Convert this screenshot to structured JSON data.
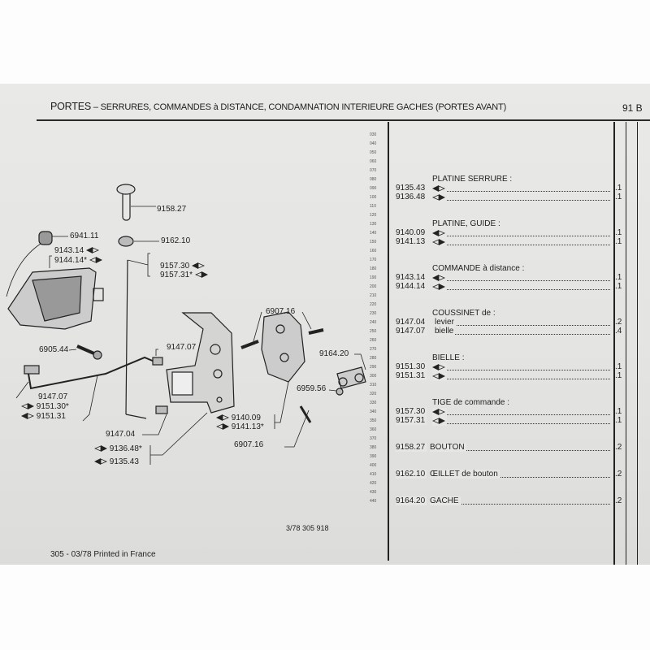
{
  "header": {
    "section": "PORTES",
    "title": "– SERRURES, COMMANDES à DISTANCE, CONDAMNATION INTERIEURE GACHES (PORTES AVANT)",
    "page": "91 B"
  },
  "line_numbers": [
    "030",
    "040",
    "050",
    "060",
    "070",
    "080",
    "090",
    "100",
    "110",
    "120",
    "130",
    "140",
    "150",
    "160",
    "170",
    "180",
    "190",
    "200",
    "210",
    "220",
    "230",
    "240",
    "250",
    "260",
    "270",
    "280",
    "290",
    "300",
    "310",
    "320",
    "330",
    "340",
    "350",
    "360",
    "370",
    "380",
    "390",
    "400",
    "410",
    "420",
    "430",
    "440"
  ],
  "parts_list": [
    {
      "line": "080",
      "heading": "PLATINE SERRURE :"
    },
    {
      "line": "090",
      "code": "9135.43",
      "icon": "arrow-left-filled",
      "qty": ".1"
    },
    {
      "line": "100",
      "code": "9136.48",
      "icon": "arrow-right-filled",
      "qty": ".1"
    },
    {
      "line": "130",
      "heading": "PLATINE, GUIDE :"
    },
    {
      "line": "140",
      "code": "9140.09",
      "icon": "arrow-left-filled",
      "qty": ".1"
    },
    {
      "line": "150",
      "code": "9141.13",
      "icon": "arrow-right-filled",
      "qty": ".1"
    },
    {
      "line": "180",
      "heading": "COMMANDE à distance :"
    },
    {
      "line": "190",
      "code": "9143.14",
      "icon": "arrow-left-filled",
      "qty": ".1"
    },
    {
      "line": "200",
      "code": "9144.14",
      "icon": "arrow-right-filled",
      "qty": ".1"
    },
    {
      "line": "230",
      "heading": "COUSSINET de :"
    },
    {
      "line": "240",
      "code": "9147.04",
      "label": "levier",
      "qty": ".2"
    },
    {
      "line": "250",
      "code": "9147.07",
      "label": "bielle",
      "qty": ".4"
    },
    {
      "line": "280",
      "heading": "BIELLE :"
    },
    {
      "line": "290",
      "code": "9151.30",
      "icon": "arrow-left-filled",
      "qty": ".1"
    },
    {
      "line": "300",
      "code": "9151.31",
      "icon": "arrow-right-filled",
      "qty": ".1"
    },
    {
      "line": "330",
      "heading": "TIGE de commande :"
    },
    {
      "line": "340",
      "code": "9157.30",
      "icon": "arrow-left-filled",
      "qty": ".1"
    },
    {
      "line": "350",
      "code": "9157.31",
      "icon": "arrow-right-filled",
      "qty": ".1"
    },
    {
      "line": "380",
      "code": "9158.27",
      "label": "BOUTON",
      "qty": ".2",
      "inline": true
    },
    {
      "line": "410",
      "code": "9162.10",
      "label": "ŒILLET de bouton",
      "qty": ".2",
      "inline": true
    },
    {
      "line": "440",
      "code": "9164.20",
      "label": "GACHE",
      "qty": ".2",
      "inline": true
    }
  ],
  "diagram_labels": {
    "l_915827": "9158.27",
    "l_694111": "6941.11",
    "l_916210": "9162.10",
    "l_914314": "9143.14",
    "l_914414": "9144.14*",
    "l_915730": "9157.30",
    "l_915731": "9157.31*",
    "l_690544": "6905.44",
    "l_914707a": "9147.07",
    "l_914707b": "9147.07",
    "l_915130": "9151.30*",
    "l_915131": "9151.31",
    "l_914704": "9147.04",
    "l_913648": "9136.48*",
    "l_913543": "9135.43",
    "l_690716a": "6907.16",
    "l_916420": "9164.20",
    "l_695956": "6959.56",
    "l_914009": "9140.09",
    "l_914113": "9141.13*",
    "l_690716b": "6907.16"
  },
  "footer": {
    "ref": "3/78 305 918",
    "printed": "305 - 03/78 Printed in France"
  }
}
